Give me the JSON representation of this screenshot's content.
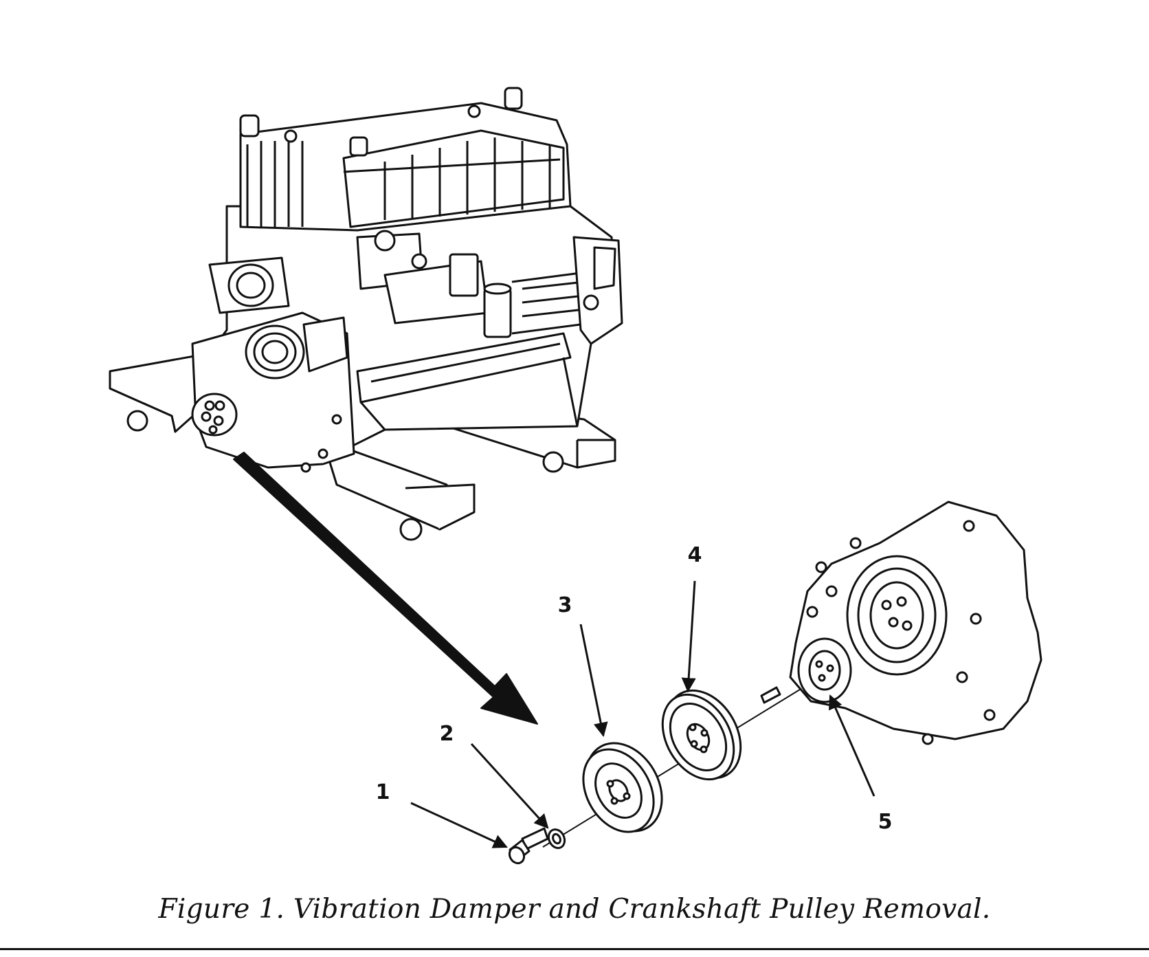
{
  "figure": {
    "caption": "Figure 1. Vibration Damper and Crankshaft Pulley Removal.",
    "callouts": [
      {
        "id": "1",
        "label": "1"
      },
      {
        "id": "2",
        "label": "2"
      },
      {
        "id": "3",
        "label": "3"
      },
      {
        "id": "4",
        "label": "4"
      },
      {
        "id": "5",
        "label": "5"
      }
    ]
  },
  "style": {
    "ink": "#111111",
    "paper": "#ffffff"
  }
}
